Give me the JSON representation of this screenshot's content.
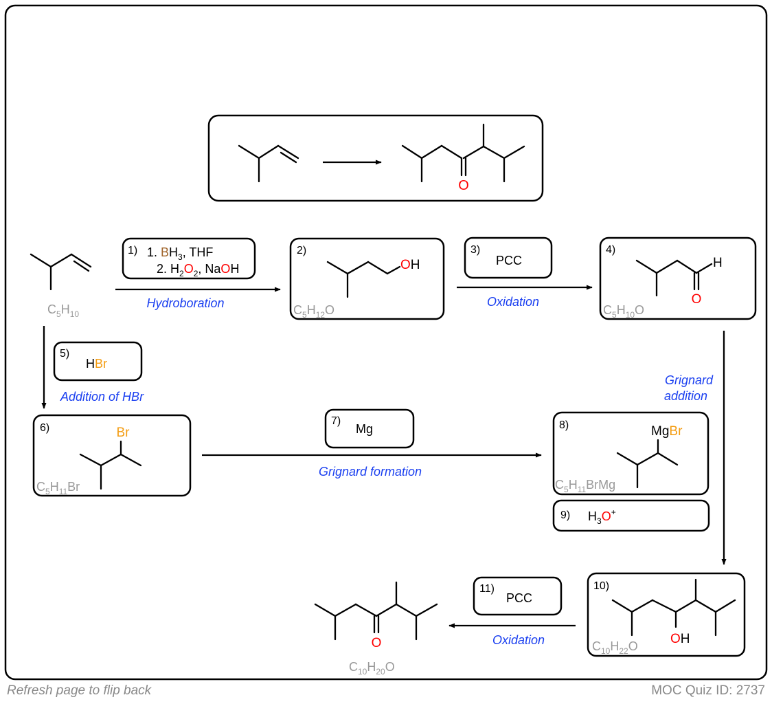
{
  "colors": {
    "bond": "#000000",
    "oxygen": "#ff0000",
    "bromine": "#f39c12",
    "boron": "#a0642a",
    "formula": "#999999",
    "reaction_name": "#1a3ff0",
    "text": "#000000"
  },
  "steps": {
    "s1": {
      "num": "1)",
      "line1_prefix": "1. ",
      "line1_el": "B",
      "line1_h": "H",
      "line1_sub": "3",
      "line1_suffix": ", THF",
      "line2_prefix": "2. H",
      "line2_sub1": "2",
      "line2_o": "O",
      "line2_sub2": "2",
      "line2_mid": ", Na",
      "line2_o2": "O",
      "line2_end": "H",
      "name": "Hydroboration"
    },
    "s2": {
      "num": "2)"
    },
    "s3": {
      "num": "3)",
      "reagent": "PCC",
      "name": "Oxidation"
    },
    "s4": {
      "num": "4)"
    },
    "s5": {
      "num": "5)",
      "reagent_h": "H",
      "reagent_br": "Br",
      "name": "Addition of HBr"
    },
    "s6": {
      "num": "6)"
    },
    "s7": {
      "num": "7)",
      "reagent": "Mg",
      "name": "Grignard formation"
    },
    "s8": {
      "num": "8)"
    },
    "s9": {
      "num": "9)",
      "reagent_h": "H",
      "reagent_sub": "3",
      "reagent_o": "O",
      "reagent_sup": "+"
    },
    "s10": {
      "num": "10)",
      "name_line1": "Grignard",
      "name_line2": "addition"
    },
    "s11": {
      "num": "11)",
      "reagent": "PCC",
      "name": "Oxidation"
    }
  },
  "labels": {
    "oxygen": "O",
    "hydrogen": "H",
    "oh_o": "O",
    "oh_h": "H",
    "bromine": "Br",
    "mg": "Mg"
  },
  "formulas": {
    "c5h10": {
      "a": "C",
      "a_sub": "5",
      "b": "H",
      "b_sub": "10",
      "rest": ""
    },
    "c5h12o": {
      "a": "C",
      "a_sub": "5",
      "b": "H",
      "b_sub": "12",
      "rest": "O"
    },
    "c5h10o": {
      "a": "C",
      "a_sub": "5",
      "b": "H",
      "b_sub": "10",
      "rest": "O"
    },
    "c5h11br": {
      "a": "C",
      "a_sub": "5",
      "b": "H",
      "b_sub": "11",
      "rest": "Br"
    },
    "c5h11brmg": {
      "a": "C",
      "a_sub": "5",
      "b": "H",
      "b_sub": "11",
      "rest": "BrMg"
    },
    "c10h22o": {
      "a": "C",
      "a_sub": "10",
      "b": "H",
      "b_sub": "22",
      "rest": "O"
    },
    "c10h20o": {
      "a": "C",
      "a_sub": "10",
      "b": "H",
      "b_sub": "20",
      "rest": "O"
    }
  },
  "footer": {
    "left": "Refresh page to flip back",
    "right": "MOC Quiz ID: 2737"
  }
}
